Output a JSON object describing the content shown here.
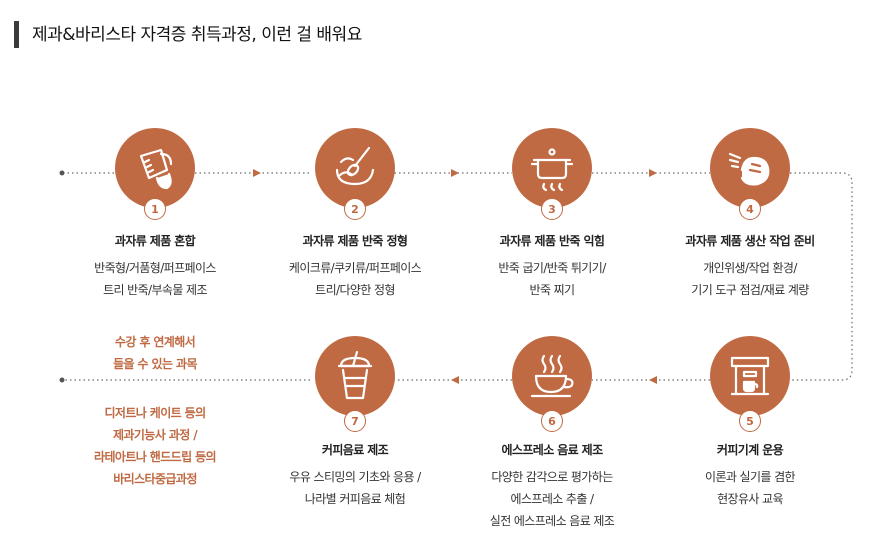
{
  "header": {
    "title": "제과&바리스타 자격증 취득과정, 이런 걸 배워요"
  },
  "steps": [
    {
      "number": "1",
      "title": "과자류 제품 혼합",
      "desc": [
        "반죽형/거품형/퍼프페이스",
        "트리 반죽/부속물 제조"
      ],
      "icon": "mixing-pitcher-icon"
    },
    {
      "number": "2",
      "title": "과자류 제품 반죽 정형",
      "desc": [
        "케이크류/쿠키류/퍼프페이스",
        "트리/다양한 정형"
      ],
      "icon": "whisk-bowl-icon"
    },
    {
      "number": "3",
      "title": "과자류 제품 반죽 익힘",
      "desc": [
        "반죽 굽기/반죽 튀기기/",
        "반죽 찌기"
      ],
      "icon": "cooking-pot-icon"
    },
    {
      "number": "4",
      "title": "과자류 제품 생산 작업 준비",
      "desc": [
        "개인위생/작업 환경/",
        "기기 도구 점검/재료 계량"
      ],
      "icon": "hand-washing-icon"
    },
    {
      "number": "5",
      "title": "커피기계 운용",
      "desc": [
        "이론과 실기를 겸한",
        "현장유사 교육"
      ],
      "icon": "espresso-machine-icon"
    },
    {
      "number": "6",
      "title": "에스프레소 음료 제조",
      "desc": [
        "다양한 감각으로 평가하는",
        "에스프레소 추출 /",
        "실전 에스프레소 음료 제조"
      ],
      "icon": "hot-coffee-cup-icon"
    },
    {
      "number": "7",
      "title": "커피음료 제조",
      "desc": [
        "우유 스티밍의 기초와 응용 /",
        "나라별 커피음료 체험"
      ],
      "icon": "iced-drink-icon"
    }
  ],
  "notes": {
    "heading": [
      "수강 후 연계해서",
      "들을 수 있는 과목"
    ],
    "courses": [
      "디저트나 케이트 등의",
      "제과기능사 과정 /",
      "라테아트나 핸드드립 등의",
      "바리스타중급과정"
    ]
  },
  "colors": {
    "accent": "#c06a43",
    "line": "#555555"
  }
}
